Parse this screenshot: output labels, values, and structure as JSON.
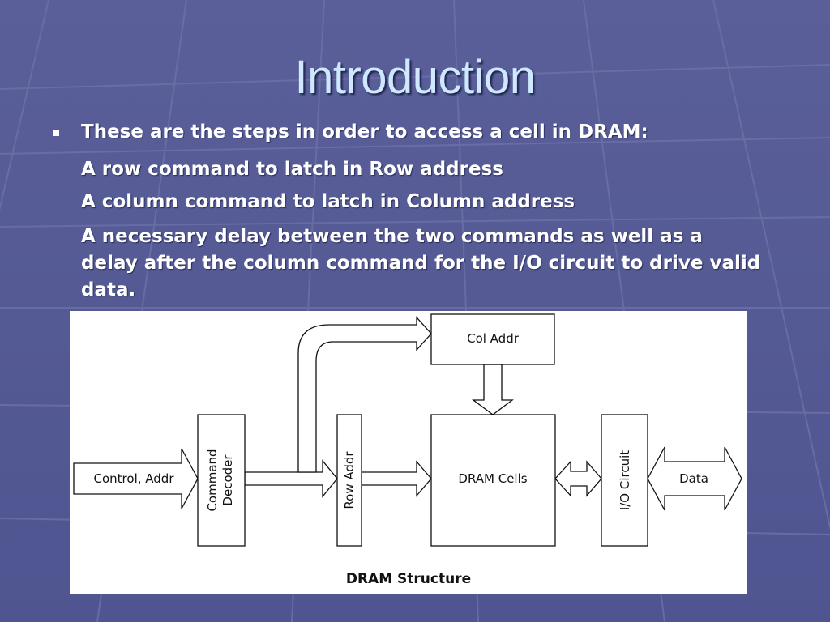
{
  "slide": {
    "title": "Introduction",
    "bullet": "These are the steps in order to access a cell in DRAM:",
    "steps": [
      "A row command to latch in Row address",
      "A column command to latch in Column address",
      "A necessary delay between the two commands as well as a delay after the column command for the I/O circuit to drive valid data."
    ]
  },
  "diagram": {
    "caption": "DRAM Structure",
    "labels": {
      "input": "Control, Addr",
      "decoder_line1": "Command",
      "decoder_line2": "Decoder",
      "row_addr": "Row Addr",
      "col_addr": "Col Addr",
      "cells": "DRAM Cells",
      "io": "I/O Circuit",
      "data": "Data"
    }
  },
  "colors": {
    "background": "#5c619a",
    "title": "#cfe8ff",
    "text": "#ffffff",
    "diagram_bg": "#ffffff"
  }
}
